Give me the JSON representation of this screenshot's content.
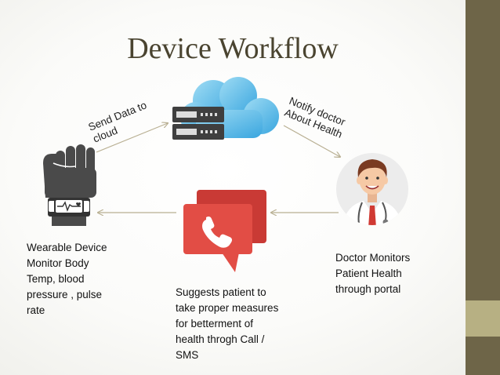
{
  "slide": {
    "title": "Device Workflow",
    "colors": {
      "sidebar": "#6e6548",
      "sidebar_accent": "#b7b083",
      "title": "#4a4430",
      "arrow": "#b9b093"
    }
  },
  "edges": [
    {
      "from": "wearable",
      "to": "cloud-server",
      "label_lines": [
        "Send Data to",
        "cloud"
      ]
    },
    {
      "from": "cloud-server",
      "to": "doctor",
      "label_lines": [
        "Notify doctor",
        "About Health"
      ]
    },
    {
      "from": "doctor",
      "to": "message",
      "label_lines": []
    },
    {
      "from": "message",
      "to": "wearable",
      "label_lines": []
    }
  ],
  "nodes": {
    "wearable": {
      "icon": "fist-wristband-icon",
      "label": "Wearable Device\nMonitor Body\nTemp, blood\npressure , pulse\nrate"
    },
    "cloud": {
      "icon": "cloud-server-icon"
    },
    "message": {
      "icon": "phone-chat-bubble-icon",
      "label": "Suggests patient to\ntake proper measures\nfor betterment of\nhealth throgh Call /\nSMS"
    },
    "doctor": {
      "icon": "doctor-avatar-icon",
      "label": "Doctor Monitors\nPatient Health\nthrough portal"
    }
  }
}
